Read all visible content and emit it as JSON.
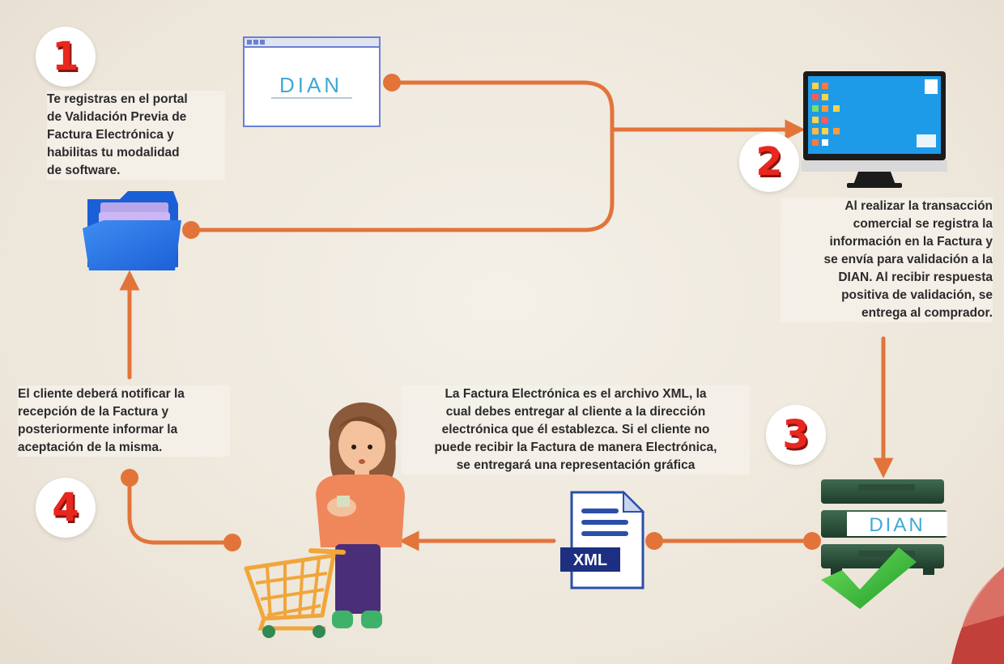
{
  "steps": [
    {
      "number": "1",
      "lines": [
        "Te registras en el portal",
        "de Validación Previa de",
        "Factura Electrónica y",
        "habilitas tu modalidad",
        "de software."
      ]
    },
    {
      "number": "2",
      "lines": [
        "Al realizar la transacción",
        "comercial se registra la",
        "información en la Factura y",
        "se envía para validación a la",
        "DIAN. Al recibir respuesta",
        "positiva de validación, se",
        "entrega al comprador."
      ]
    },
    {
      "number": "3",
      "lines": [
        "La Factura Electrónica es el archivo XML, la",
        "cual debes entregar al cliente a la dirección",
        "electrónica que él establezca. Si el cliente no",
        "puede recibir la Factura de manera Electrónica,",
        "se entregará una representación gráfica"
      ]
    },
    {
      "number": "4",
      "lines": [
        "El cliente deberá notificar la",
        "recepción de la Factura y",
        "posteriormente informar la",
        "aceptación de la misma."
      ]
    }
  ],
  "portal_logo": "DIAN",
  "server_logo": "DIAN",
  "file_label": "XML",
  "colors": {
    "accent": "#e2743a",
    "number_red": "#e8271f",
    "dian_blue": "#3fa9d6",
    "screen_blue": "#1e9be8"
  }
}
